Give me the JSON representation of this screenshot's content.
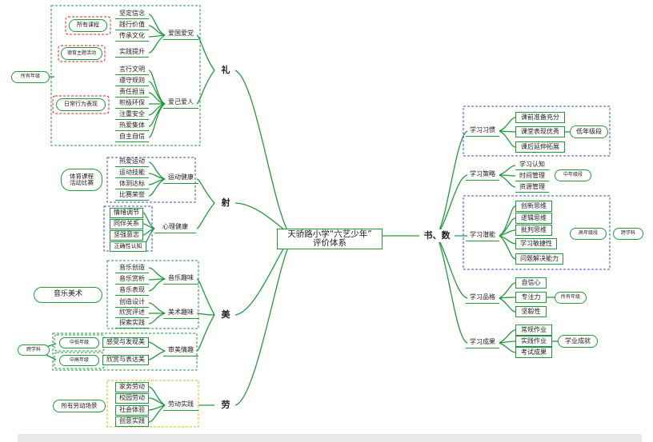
{
  "root": {
    "line1": "天骄路小学“六艺少年”",
    "line2": "评价体系"
  },
  "branches": {
    "li": "礼",
    "she": "射",
    "mei": "美",
    "lao": "劳",
    "shu": "书、数"
  },
  "li": {
    "aiguo": "爱国爱党",
    "aiji": "爱己爱人",
    "aiguo_items": [
      "坚定信念",
      "践行价值",
      "传承文化",
      "实践提升"
    ],
    "aiji_items": [
      "言行文明",
      "遵守规则",
      "责任担当",
      "积极环保",
      "注重安全",
      "热爱集体",
      "自主自信"
    ],
    "tag_courses": "所有课程",
    "tag_moral": "德育主题活动",
    "tag_daily": "日常行为表现",
    "tag_all_grades": "所有年级"
  },
  "she": {
    "health": "运动健康",
    "mental": "心理健康",
    "health_items": [
      "热爱运动",
      "运动技能",
      "体测达标",
      "比赛荣誉"
    ],
    "mental_items": [
      "情绪调节",
      "同伴关系",
      "坚强意志",
      "正确性认知"
    ],
    "tag_pe": "体育课程\n活动比赛"
  },
  "mei": {
    "music": "音乐趣味",
    "art": "美术趣味",
    "aesthetic": "审美情趣",
    "music_items": [
      "音乐创造",
      "音乐赏析",
      "音乐表现"
    ],
    "art_items": [
      "创造设计",
      "欣赏评述",
      "探索实践"
    ],
    "aes_items": [
      "感受与发现美",
      "欣赏与表达美"
    ],
    "tag_mid": "中低年级",
    "tag_high": "中高年级",
    "tag_cross": "跨学科",
    "tag_art": "音乐美术"
  },
  "lao": {
    "practice": "劳动实践",
    "items": [
      "家务劳动",
      "校园劳动",
      "社会体验",
      "创意实践"
    ],
    "tag_scene": "所有劳动场景"
  },
  "shu": {
    "habit": "学习习惯",
    "strategy": "学习策略",
    "potential": "学习潜能",
    "quality": "学习品格",
    "result": "学习成果",
    "habit_items": [
      "课前准备充分",
      "课堂表现优秀",
      "课后延伸拓展"
    ],
    "strategy_items": [
      "学习认知",
      "时间管理",
      "资源管理"
    ],
    "potential_items": [
      "创新思维",
      "逻辑思维",
      "批判思维",
      "学习敏捷性",
      "问题解决能力"
    ],
    "quality_items": [
      "自信心",
      "专注力",
      "坚毅性"
    ],
    "result_items": [
      "常规作业",
      "实践作业",
      "考试成果"
    ],
    "tag_low": "低年级段",
    "tag_mid": "中年级段",
    "tag_high": "高年级段",
    "tag_cross": "跨学科",
    "tag_all": "所有年级",
    "tag_score": "学业成就"
  }
}
